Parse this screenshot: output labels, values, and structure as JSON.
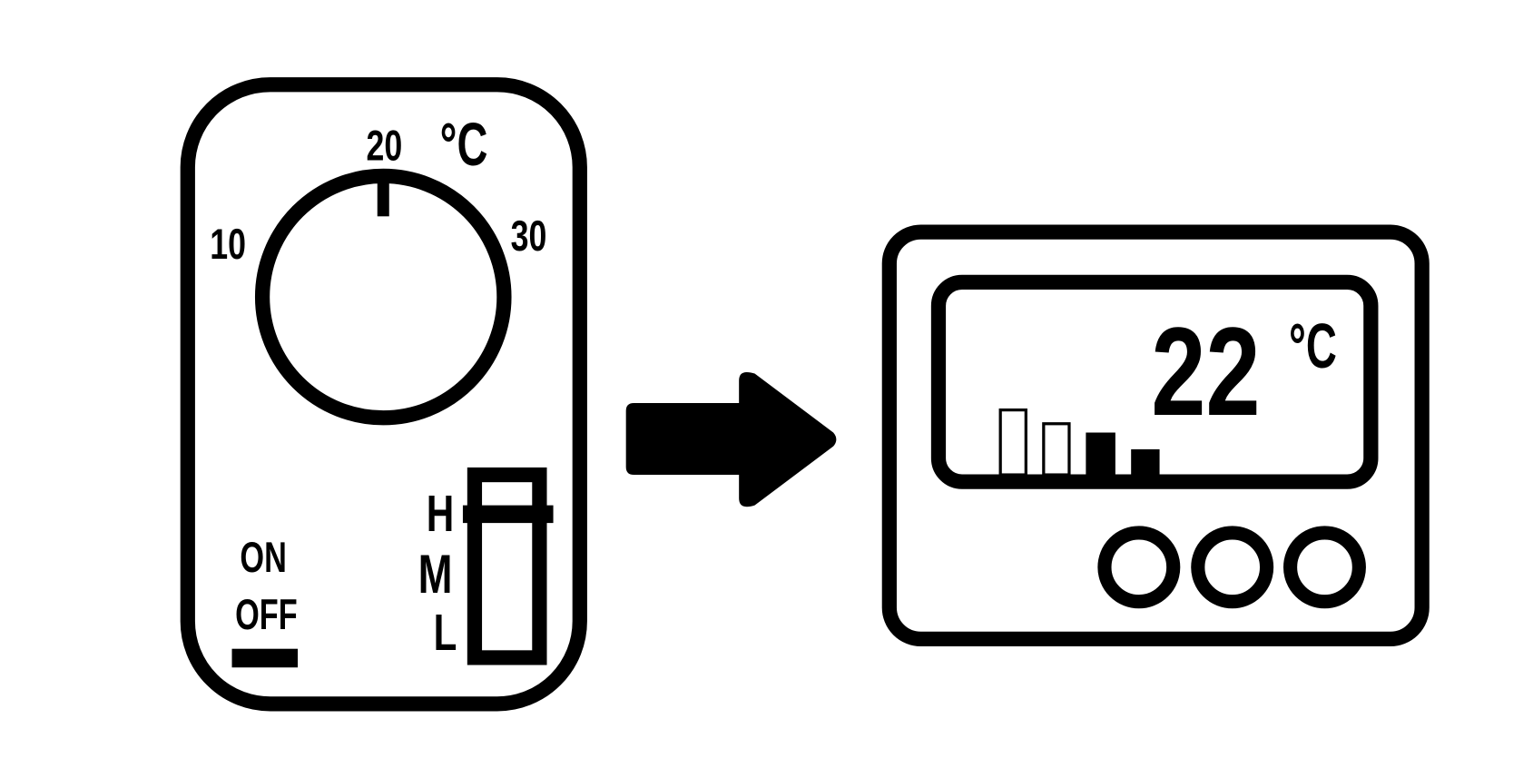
{
  "thermostat_old": {
    "scale_labels": [
      "10",
      "20",
      "30"
    ],
    "unit": "°C",
    "power_labels": {
      "on": "ON",
      "off": "OFF"
    },
    "speed_labels": {
      "high": "H",
      "medium": "M",
      "low": "L"
    }
  },
  "thermostat_new": {
    "temperature": "22",
    "unit": "°C",
    "buttons": 3
  },
  "colors": {
    "stroke": "#000000",
    "background": "#ffffff"
  }
}
